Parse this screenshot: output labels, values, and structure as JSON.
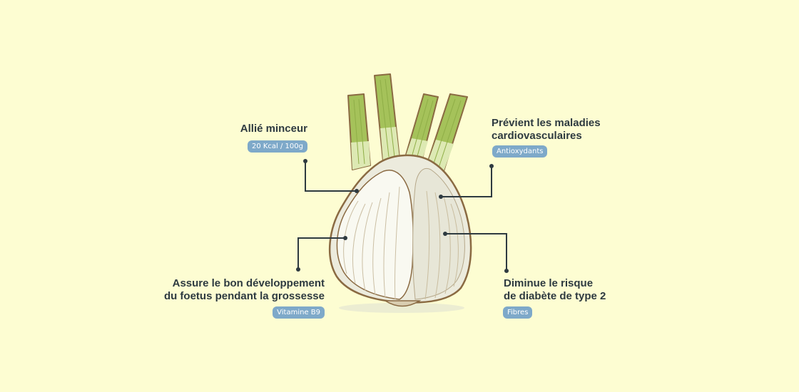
{
  "colors": {
    "background": "#fdfdd2",
    "text": "#2e3a40",
    "badge": "#7ea9c9",
    "connector": "#2e3a40",
    "stalk_green": "#a5c25a",
    "stalk_light": "#dde9b3",
    "bulb_outline": "#8a6a42",
    "bulb_fill": "#ecebdd",
    "bulb_light": "#f9f9f1",
    "shadow": "#ecedd2"
  },
  "annotations": [
    {
      "id": "allie-minceur",
      "title_lines": [
        "Allié minceur"
      ],
      "badge": "20 Kcal / 100g"
    },
    {
      "id": "maladies-cardio",
      "title_lines": [
        "Prévient les maladies",
        "cardiovasculaires"
      ],
      "badge": "Antioxydants"
    },
    {
      "id": "foetus",
      "title_lines": [
        "Assure le bon développement",
        "du foetus pendant la grossesse"
      ],
      "badge": "Vitamine B9"
    },
    {
      "id": "diabete",
      "title_lines": [
        "Diminue le risque",
        "de diabète de type 2"
      ],
      "badge": "Fibres"
    }
  ]
}
